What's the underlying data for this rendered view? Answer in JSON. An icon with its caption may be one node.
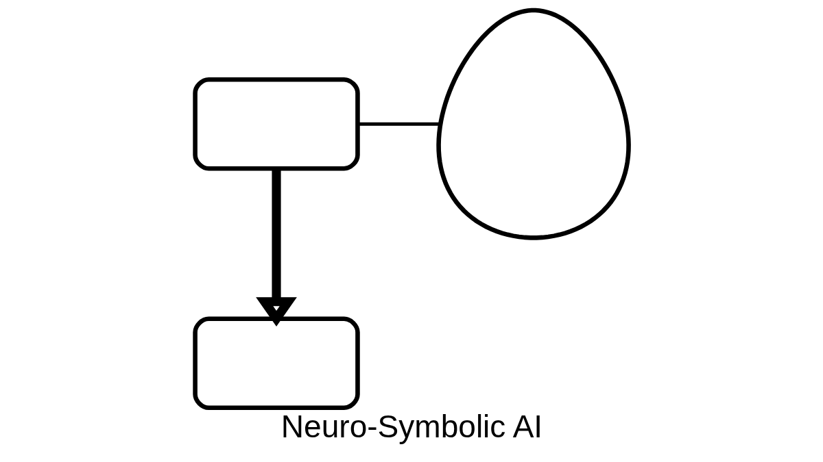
{
  "diagram": {
    "caption": "Neuro-Symbolic AI",
    "nodes": [
      {
        "text": [],
        "shape": "box"
      },
      {
        "text": [],
        "shape": "box"
      },
      {
        "text": [],
        "shape": "person"
      }
    ],
    "edges": [
      {
        "from": 0,
        "to": 1,
        "arrow": "to",
        "style": "thick"
      },
      {
        "from": 0,
        "to": 2,
        "arrow": "none"
      }
    ]
  }
}
